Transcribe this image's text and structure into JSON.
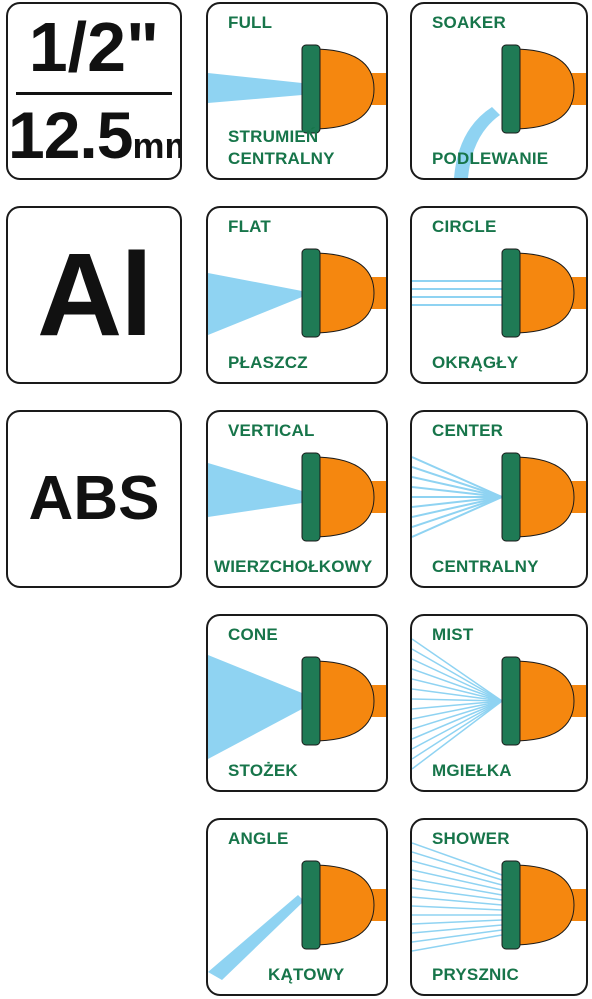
{
  "specs": {
    "size_inch": "1/2\"",
    "size_mm_value": "12.5",
    "size_mm_unit": "mm",
    "material_1": "Al",
    "material_2": "ABS"
  },
  "colors": {
    "label_green": "#17754a",
    "nozzle_green": "#1f7a55",
    "nozzle_orange": "#f5870f",
    "spray_blue": "#8fd3f2",
    "border": "#1a1a1a"
  },
  "modes": [
    {
      "en": "FULL",
      "pl_line1": "STRUMIEŃ",
      "pl_line2": "CENTRALNY",
      "spray": "full"
    },
    {
      "en": "SOAKER",
      "pl_line1": "PODLEWANIE",
      "pl_line2": "",
      "spray": "soaker"
    },
    {
      "en": "FLAT",
      "pl_line1": "PŁASZCZ",
      "pl_line2": "",
      "spray": "flat"
    },
    {
      "en": "CIRCLE",
      "pl_line1": "OKRĄGŁY",
      "pl_line2": "",
      "spray": "circle"
    },
    {
      "en": "VERTICAL",
      "pl_line1": "WIERZCHOŁKOWY",
      "pl_line2": "",
      "spray": "vertical"
    },
    {
      "en": "CENTER",
      "pl_line1": "CENTRALNY",
      "pl_line2": "",
      "spray": "center"
    },
    {
      "en": "CONE",
      "pl_line1": "STOŻEK",
      "pl_line2": "",
      "spray": "cone"
    },
    {
      "en": "MIST",
      "pl_line1": "MGIEŁKA",
      "pl_line2": "",
      "spray": "mist"
    },
    {
      "en": "ANGLE",
      "pl_line1": "KĄTOWY",
      "pl_line2": "",
      "spray": "angle"
    },
    {
      "en": "SHOWER",
      "pl_line1": "PRYSZNIC",
      "pl_line2": "",
      "spray": "shower"
    }
  ]
}
